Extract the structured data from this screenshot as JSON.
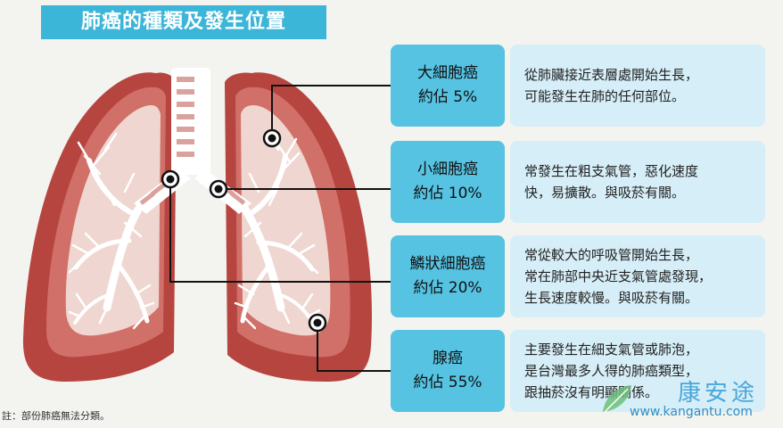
{
  "title": "肺癌的種類及發生位置",
  "footnote": "註：部份肺癌無法分類。",
  "watermark": {
    "brand": "康安途",
    "url": "www.kangantu.com"
  },
  "colors": {
    "title_bg": "#3cb6d8",
    "type_box": "#56c3e2",
    "desc_box": "#d6eef7",
    "lung_outer": "#b7453f",
    "lung_inner": "#d07068",
    "lung_pale": "#efd6d0",
    "bronchi": "#ffffff",
    "pointer": "#111111"
  },
  "types": [
    {
      "name": "大細胞癌",
      "share": "約佔 5%",
      "desc": [
        "從肺臟接近表層處開始生長，",
        "可能發生在肺的任何部位。"
      ]
    },
    {
      "name": "小細胞癌",
      "share": "約佔 10%",
      "desc": [
        "常發生在粗支氣管，惡化速度",
        "快，易擴散。與吸菸有關。"
      ]
    },
    {
      "name": "鱗狀細胞癌",
      "share": "約佔 20%",
      "desc": [
        "常從較大的呼吸管開始生長，",
        "常在肺部中央近支氣管處發現，",
        "生長速度較慢。與吸菸有關。"
      ]
    },
    {
      "name": "腺癌",
      "share": "約佔 55%",
      "desc": [
        "主要發生在細支氣管或肺泡，",
        "是台灣最多人得的肺癌類型，",
        "跟抽菸沒有明顯關係。"
      ]
    }
  ]
}
